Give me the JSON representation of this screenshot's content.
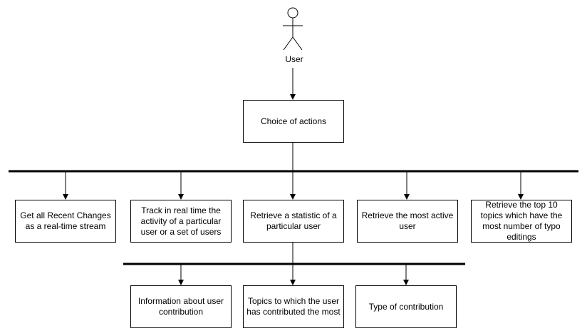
{
  "actor": {
    "label": "User"
  },
  "root": {
    "label": "Choice of actions"
  },
  "actions": [
    {
      "label": "Get all Recent Changes as a real-time stream"
    },
    {
      "label": "Track in real time the activity of a particular user or a set of users"
    },
    {
      "label": "Retrieve a statistic of a particular user"
    },
    {
      "label": "Retrieve the most active user"
    },
    {
      "label": "Retrieve the top 10 topics which have the most number of typo editings"
    }
  ],
  "statistic_details": [
    {
      "label": "Information about user contribution"
    },
    {
      "label": "Topics to which the user has contributed the most"
    },
    {
      "label": "Type of contribution"
    }
  ],
  "colors": {
    "stroke": "#000000",
    "fill": "#ffffff"
  }
}
